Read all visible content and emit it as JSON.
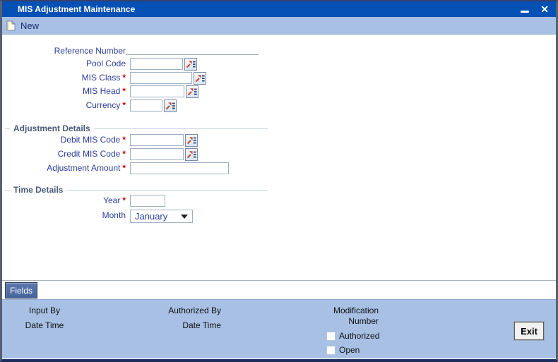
{
  "window": {
    "title": "MIS Adjustment Maintenance"
  },
  "icons": {
    "close": "✕"
  },
  "toolbar": {
    "new_label": "New"
  },
  "form": {
    "reference_number": {
      "label": "Reference Number",
      "value": ""
    },
    "pool_code": {
      "label": "Pool Code",
      "value": ""
    },
    "mis_class": {
      "label": "MIS Class",
      "required": "*",
      "value": ""
    },
    "mis_head": {
      "label": "MIS Head",
      "required": "*",
      "value": ""
    },
    "currency": {
      "label": "Currency",
      "required": "*",
      "value": ""
    }
  },
  "adjustment_details": {
    "section_title": "Adjustment Details",
    "debit_mis_code": {
      "label": "Debit MIS Code",
      "required": "*",
      "value": ""
    },
    "credit_mis_code": {
      "label": "Credit MIS Code",
      "required": "*",
      "value": ""
    },
    "adjustment_amount": {
      "label": "Adjustment Amount",
      "required": "*",
      "value": ""
    }
  },
  "time_details": {
    "section_title": "Time Details",
    "year": {
      "label": "Year",
      "required": "*",
      "value": ""
    },
    "month": {
      "label": "Month",
      "selected": "January"
    }
  },
  "actions": {
    "fields_label": "Fields",
    "exit_label": "Exit"
  },
  "footer": {
    "input_by_label": "Input By",
    "input_date_label": "Date Time",
    "authorized_by_label": "Authorized By",
    "auth_date_label": "Date Time",
    "modification_label_line1": "Modification",
    "modification_label_line2": "Number",
    "authorized_checkbox": {
      "label": "Authorized",
      "checked": false
    },
    "open_checkbox": {
      "label": "Open",
      "checked": false
    }
  },
  "colors": {
    "titlebar": "#0450B4",
    "panel": "#A7C0E4",
    "label_text": "#2E3D9A",
    "section_text": "#4A5A78",
    "required": "#CC0000",
    "lov_arrow": "#C94F30",
    "lov_bars": "#24427E",
    "fields_button": "#47659E"
  }
}
